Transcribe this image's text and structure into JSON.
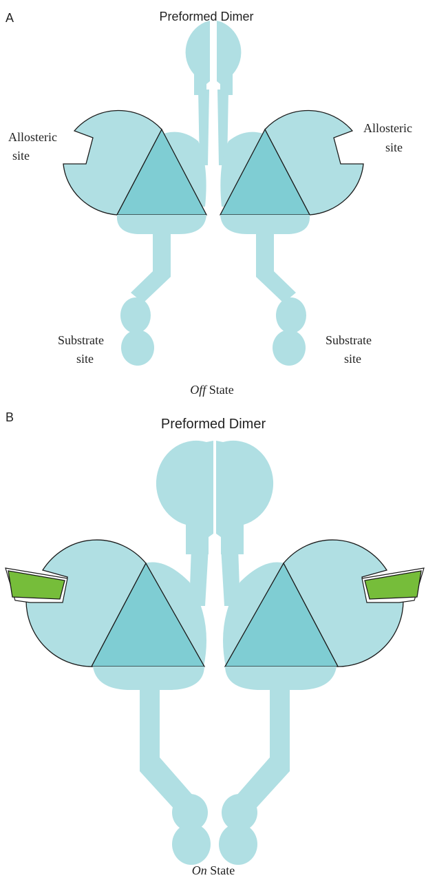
{
  "panel_a": {
    "letter": "A",
    "title": "Preformed Dimer",
    "allosteric_left": [
      "Allosteric",
      "site"
    ],
    "allosteric_right": [
      "Allosteric",
      "site"
    ],
    "substrate_left": [
      "Substrate",
      "site"
    ],
    "substrate_right": [
      "Substrate",
      "site"
    ],
    "state_italic": "Off",
    "state_rest": " State"
  },
  "panel_b": {
    "letter": "B",
    "title": "Preformed Dimer",
    "state_italic": "On",
    "state_rest": " State"
  },
  "colors": {
    "protein": "#b0dfe3",
    "triangle": "#7fcdd3",
    "ligand": "#76bd3a",
    "outline": "#1a1a1a"
  }
}
